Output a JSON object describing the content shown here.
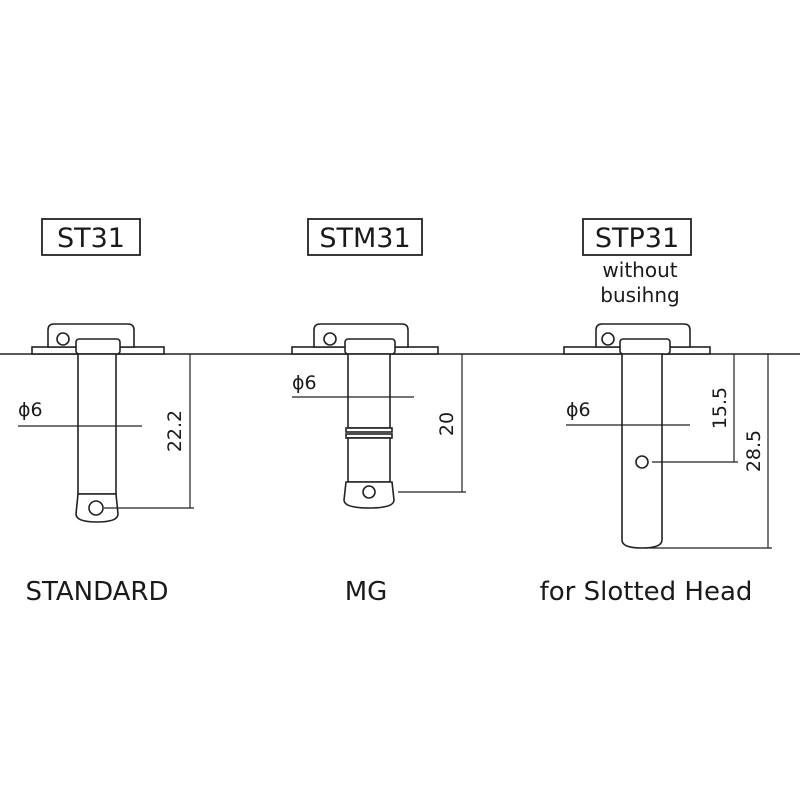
{
  "models": [
    {
      "id": "st31",
      "label": "ST31",
      "caption": "STANDARD",
      "diameter": "ϕ6",
      "height": "22.2"
    },
    {
      "id": "stm31",
      "label": "STM31",
      "caption": "MG",
      "diameter": "ϕ6",
      "height": "20"
    },
    {
      "id": "stp31",
      "label": "STP31",
      "note_line1": "without",
      "note_line2": "busihng",
      "caption": "for Slotted Head",
      "diameter": "ϕ6",
      "hole_height": "15.5",
      "height": "28.5"
    }
  ]
}
